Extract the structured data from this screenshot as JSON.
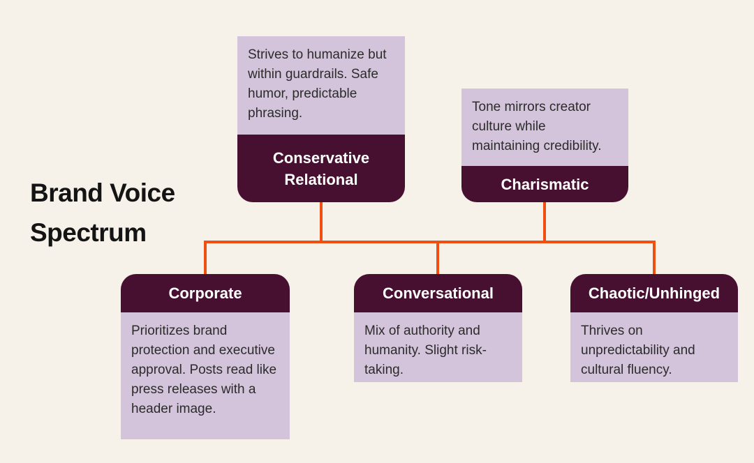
{
  "title": {
    "line1": "Brand Voice",
    "line2": "Spectrum"
  },
  "cards": [
    {
      "id": "conservative-relational",
      "label": "Conservative Relational",
      "description": "Strives to humanize but within guardrails. Safe humor, predictable phrasing.",
      "row": "top"
    },
    {
      "id": "charismatic",
      "label": "Charismatic",
      "description": "Tone mirrors creator culture while maintaining credibility.",
      "row": "top"
    },
    {
      "id": "corporate",
      "label": "Corporate",
      "description": "Prioritizes brand protection and executive approval. Posts read like press releases with a header image.",
      "row": "bottom"
    },
    {
      "id": "conversational",
      "label": "Conversational",
      "description": "Mix of authority and humanity. Slight risk-taking.",
      "row": "bottom"
    },
    {
      "id": "chaotic-unhinged",
      "label": "Chaotic/Unhinged",
      "description": "Thrives on unpredictability and cultural fluency.",
      "row": "bottom"
    }
  ],
  "colors": {
    "background": "#f6f2ea",
    "card_body": "#d4c4db",
    "card_label": "#471031",
    "connector": "#ee4f13",
    "title_text": "#141414",
    "body_text": "#2b2b2b",
    "label_text": "#ffffff"
  }
}
